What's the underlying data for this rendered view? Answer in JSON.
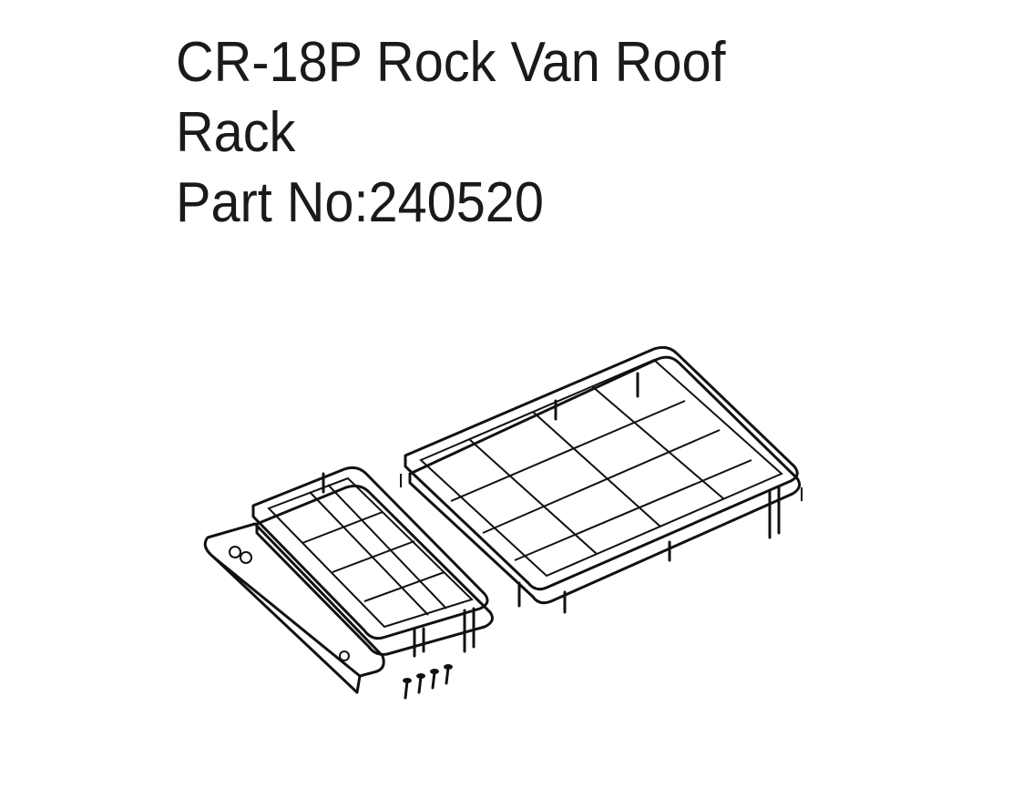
{
  "title": {
    "line1": "CR-18P Rock Van Roof",
    "line2": "Rack",
    "line3": "Part No:240520"
  },
  "drawing": {
    "parts": [
      "large-roof-rack",
      "small-roof-rack",
      "mounting-plate",
      "screws"
    ],
    "screw_count": 4
  }
}
